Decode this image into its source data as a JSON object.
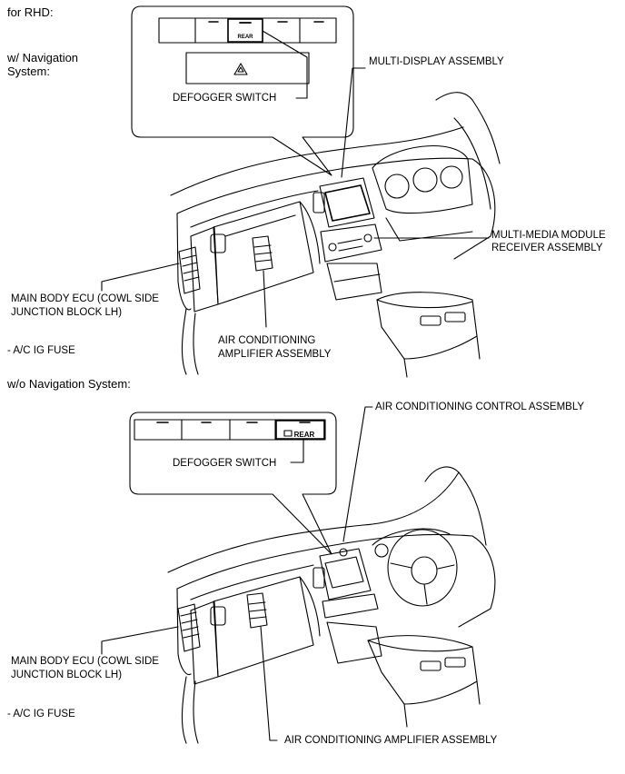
{
  "header": {
    "variant": "for RHD:"
  },
  "section_nav": {
    "title_line1": "w/ Navigation",
    "title_line2": "System:",
    "callout": {
      "switch_button_text": "REAR",
      "label": "DEFOGGER SWITCH"
    },
    "labels": {
      "multi_display": "MULTI-DISPLAY ASSEMBLY",
      "multimedia_line1": "MULTI-MEDIA MODULE",
      "multimedia_line2": "RECEIVER ASSEMBLY",
      "main_body_ecu_line1": "MAIN BODY ECU (COWL SIDE",
      "main_body_ecu_line2": "JUNCTION BLOCK LH)",
      "ac_ig_fuse": "- A/C IG FUSE",
      "ac_amplifier_line1": "AIR CONDITIONING",
      "ac_amplifier_line2": "AMPLIFIER ASSEMBLY"
    }
  },
  "section_no_nav": {
    "title": "w/o Navigation System:",
    "callout": {
      "switch_button_text": "REAR",
      "label": "DEFOGGER SWITCH"
    },
    "labels": {
      "ac_control": "AIR CONDITIONING CONTROL ASSEMBLY",
      "main_body_ecu_line1": "MAIN BODY ECU (COWL SIDE",
      "main_body_ecu_line2": "JUNCTION BLOCK LH)",
      "ac_ig_fuse": "- A/C IG FUSE",
      "ac_amplifier": "AIR CONDITIONING AMPLIFIER ASSEMBLY"
    }
  }
}
